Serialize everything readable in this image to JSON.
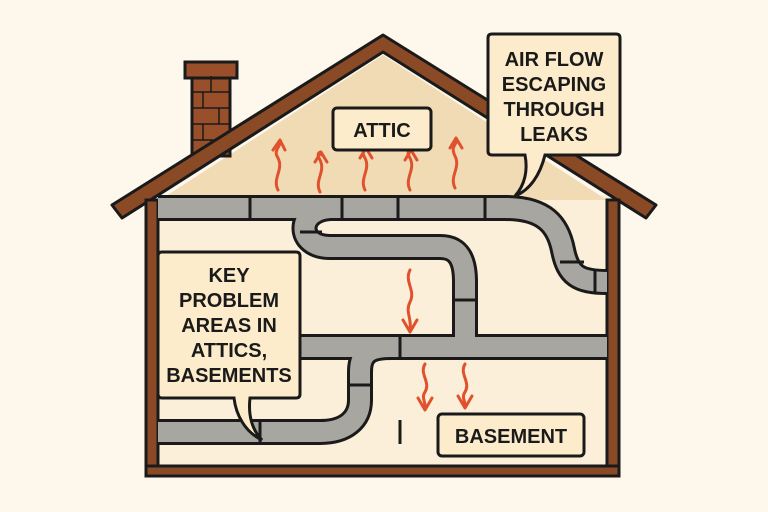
{
  "labels": {
    "attic": "ATTIC",
    "airflow": [
      "AIR FLOW",
      "ESCAPING",
      "THROUGH",
      "LEAKS"
    ],
    "problem": [
      "KEY",
      "PROBLEM",
      "AREAS IN",
      "ATTICS,",
      "BASEMENTS"
    ],
    "basement": "BASEMENT"
  },
  "colors": {
    "roof": "#8a4a26",
    "attic": "#f0dbb5",
    "interior": "#fcefd9",
    "duct": "#a8a6a1",
    "leak": "#e0512d",
    "callout": "#fdeccb"
  }
}
